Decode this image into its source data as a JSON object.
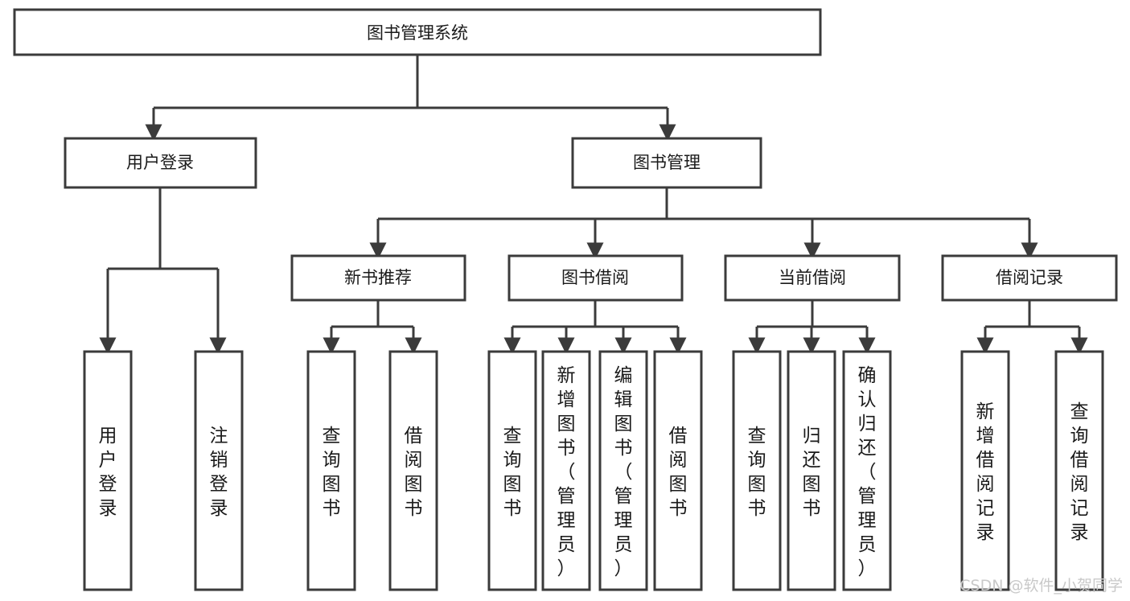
{
  "diagram": {
    "title_node": {
      "label": "图书管理系统"
    },
    "level1": [
      {
        "id": "user-login",
        "label": "用户登录"
      },
      {
        "id": "book-management",
        "label": "图书管理"
      }
    ],
    "level2": [
      {
        "id": "new-book-recommend",
        "label": "新书推荐",
        "parent": "book-management"
      },
      {
        "id": "book-borrow",
        "label": "图书借阅",
        "parent": "book-management"
      },
      {
        "id": "current-borrow",
        "label": "当前借阅",
        "parent": "book-management"
      },
      {
        "id": "borrow-record",
        "label": "借阅记录",
        "parent": "book-management"
      }
    ],
    "leaves": [
      {
        "id": "leaf-user-login",
        "label": "用户登录",
        "parent": "user-login"
      },
      {
        "id": "leaf-logout-login",
        "label": "注销登录",
        "parent": "user-login"
      },
      {
        "id": "leaf-query-book-1",
        "label": "查询图书",
        "parent": "new-book-recommend"
      },
      {
        "id": "leaf-borrow-book-1",
        "label": "借阅图书",
        "parent": "new-book-recommend"
      },
      {
        "id": "leaf-query-book-2",
        "label": "查询图书",
        "parent": "book-borrow"
      },
      {
        "id": "leaf-add-book",
        "label": "新增图书（管理员）",
        "parent": "book-borrow"
      },
      {
        "id": "leaf-edit-book",
        "label": "编辑图书（管理员）",
        "parent": "book-borrow"
      },
      {
        "id": "leaf-borrow-book-2",
        "label": "借阅图书",
        "parent": "book-borrow"
      },
      {
        "id": "leaf-query-book-3",
        "label": "查询图书",
        "parent": "current-borrow"
      },
      {
        "id": "leaf-return-book",
        "label": "归还图书",
        "parent": "current-borrow"
      },
      {
        "id": "leaf-confirm-return",
        "label": "确认归还（管理员）",
        "parent": "current-borrow"
      },
      {
        "id": "leaf-add-record",
        "label": "新增借阅记录",
        "parent": "borrow-record"
      },
      {
        "id": "leaf-query-record",
        "label": "查询借阅记录",
        "parent": "borrow-record"
      }
    ],
    "colors": {
      "box_stroke": "#3b3b3b",
      "box_fill": "#ffffff",
      "text": "#1a1a1a",
      "background": "#ffffff",
      "watermark": "#c9c9c9"
    }
  },
  "watermark": {
    "text": "CSDN @软件_小贺同学"
  }
}
